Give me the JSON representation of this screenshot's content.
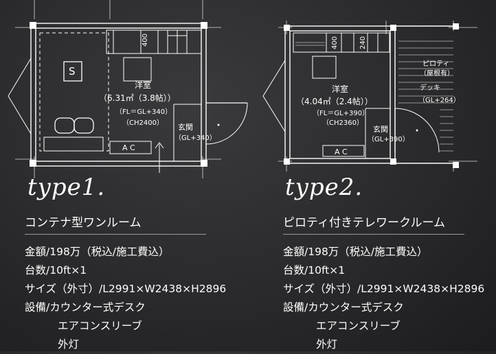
{
  "type1": {
    "heading": "type1.",
    "subtitle": "コンテナ型ワンルーム",
    "plan": {
      "dim_400": "400",
      "storage_label": "S",
      "room_name": "洋室",
      "room_area": "（6.31㎡（3.8帖））",
      "floor_level": "（FL＝GL+340）",
      "ceiling_height": "（CH2400）",
      "entrance_name": "玄関",
      "entrance_level": "（GL+340）",
      "ac_label": "A C"
    },
    "specs": {
      "price": "金額/198万（税込/施工費込）",
      "count": "台数/10ft×1",
      "size": "サイズ（外寸）/L2991×W2438×H2896",
      "equipment_1": "設備/カウンター式デスク",
      "equipment_2": "エアコンスリーブ",
      "equipment_3": "外灯"
    }
  },
  "type2": {
    "heading": "type2.",
    "subtitle": "ピロティ付きテレワークルーム",
    "plan": {
      "dim_400": "400",
      "dim_240": "240",
      "room_name": "洋室",
      "room_area": "（4.04㎡（2.4帖））",
      "floor_level": "（FL＝GL+390）",
      "ceiling_height": "（CH2360）",
      "entrance_name": "玄関",
      "entrance_level": "（GL+390）",
      "ac_label": "A C",
      "piloti_label": "ピロティ",
      "piloti_note": "（屋根有）",
      "deck_label": "デッキ",
      "deck_level": "（GL+264）"
    },
    "specs": {
      "price": "金額/198万（税込/施工費込）",
      "count": "台数/10ft×1",
      "size": "サイズ（外寸）/L2991×W2438×H2896",
      "equipment_1": "設備/カウンター式デスク",
      "equipment_2": "エアコンスリーブ",
      "equipment_3": "外灯"
    }
  }
}
